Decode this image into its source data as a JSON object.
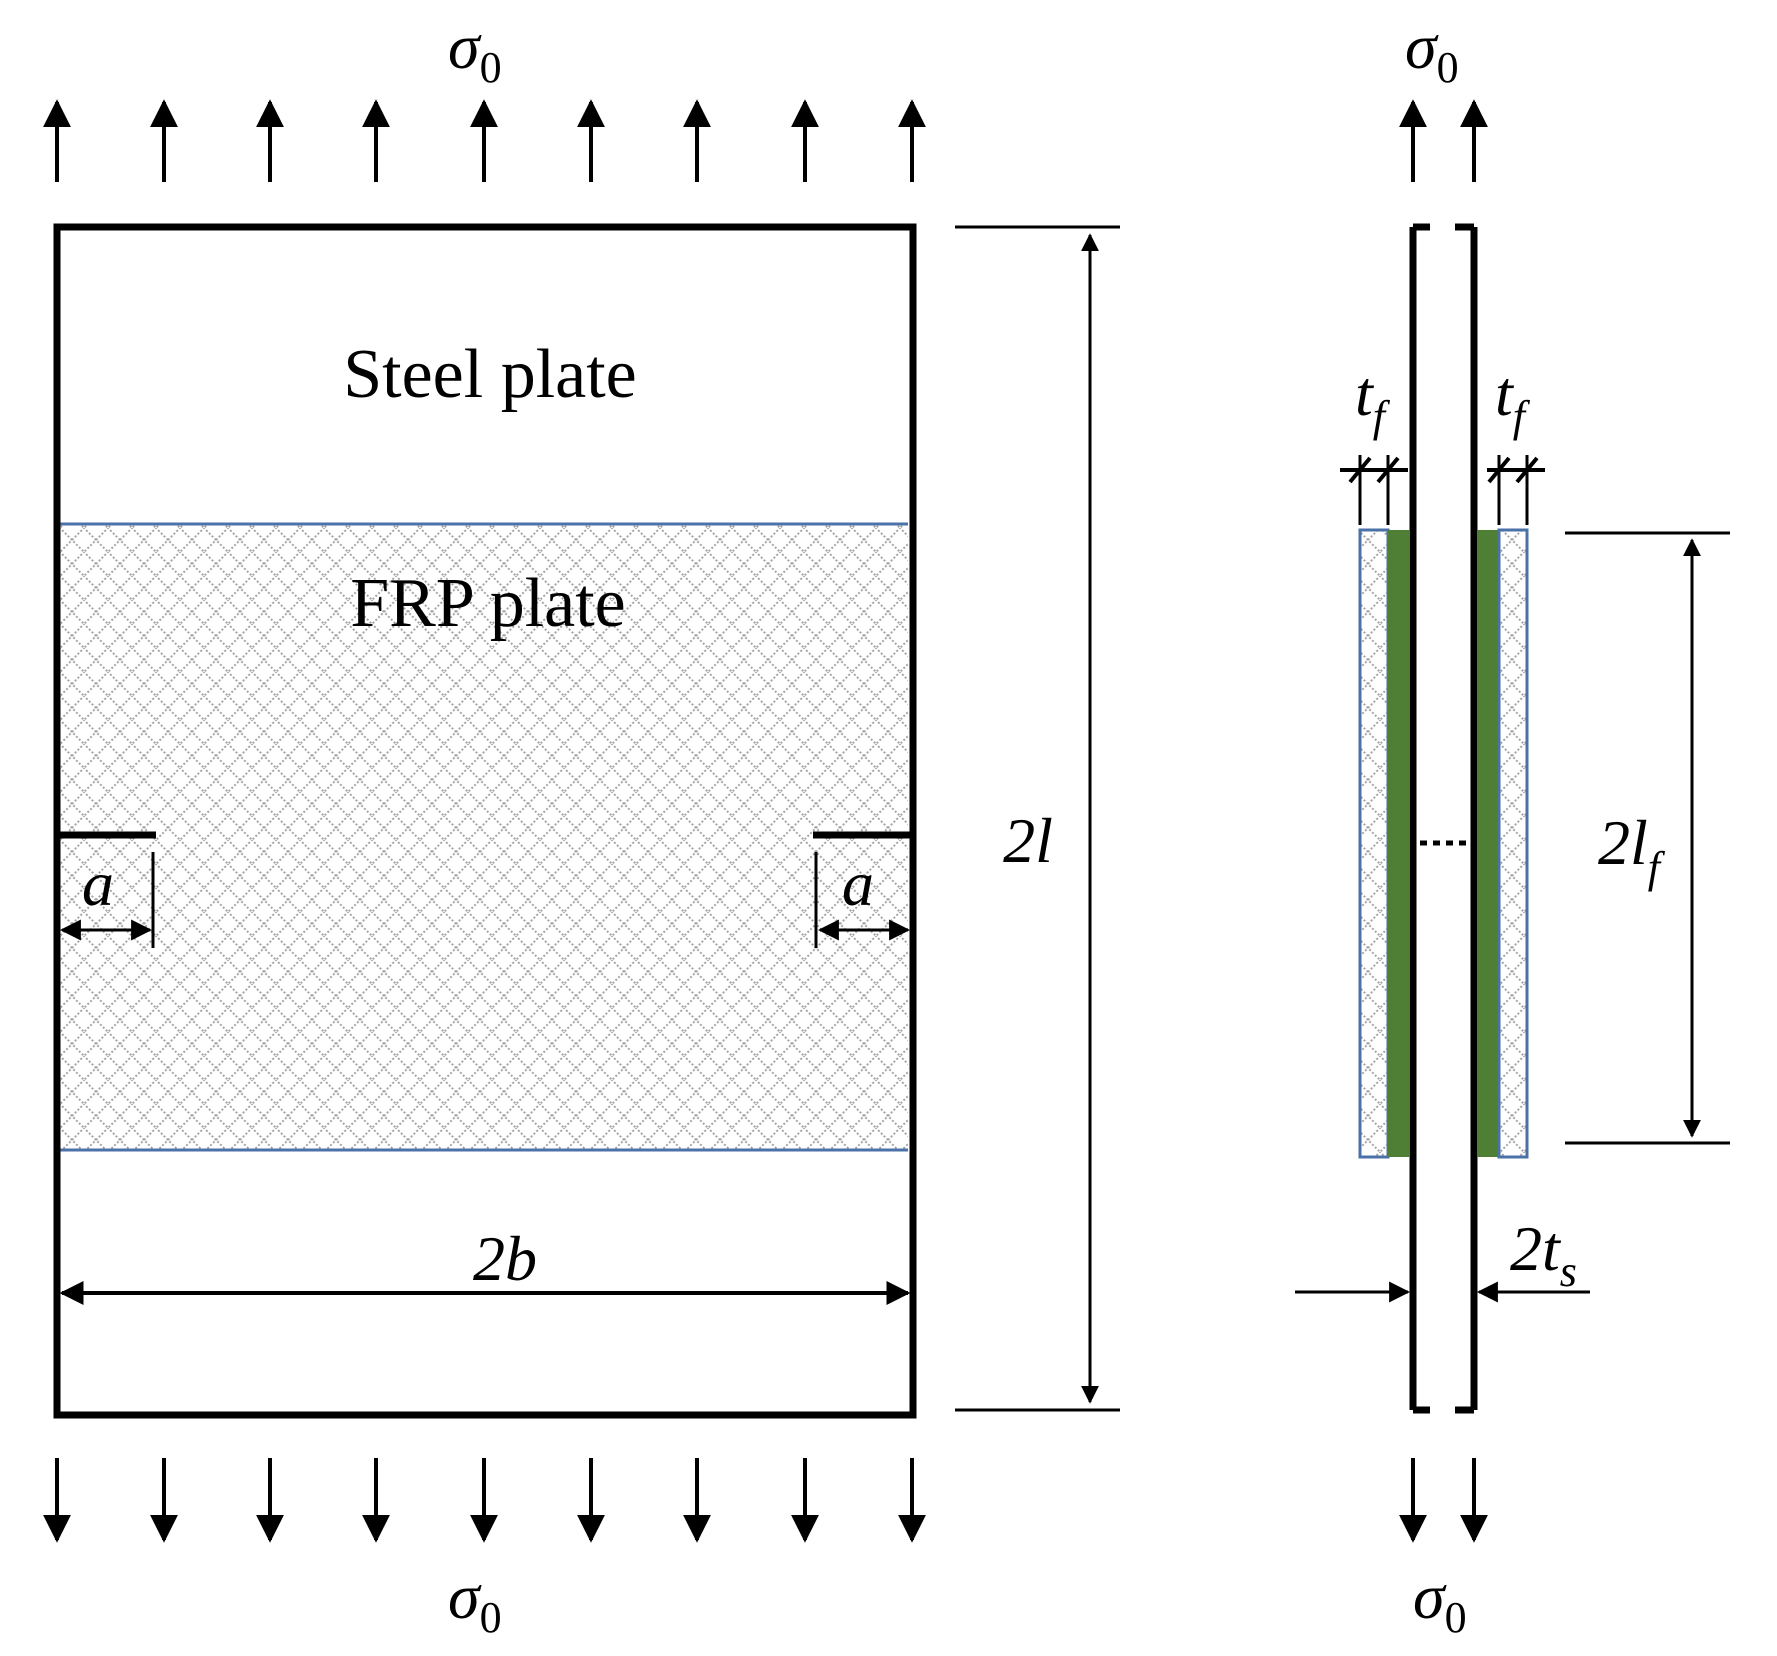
{
  "labels": {
    "steel_plate": "Steel plate",
    "frp_plate": "FRP plate"
  },
  "symbols": {
    "sigma": "σ",
    "sigma_sub": "0",
    "two_l": "2l",
    "two_b": "2b",
    "a": "a",
    "t": "t",
    "t_sub_f": "f",
    "two_l_prefix": "2l",
    "two_lf_sub": "f",
    "two_t_prefix": "2t",
    "two_ts_sub": "s"
  },
  "colors": {
    "outline": "#000000",
    "frp_border": "#4a72a8",
    "frp_hatch": "#9a9a9a",
    "adhesive": "#4e7f35"
  }
}
